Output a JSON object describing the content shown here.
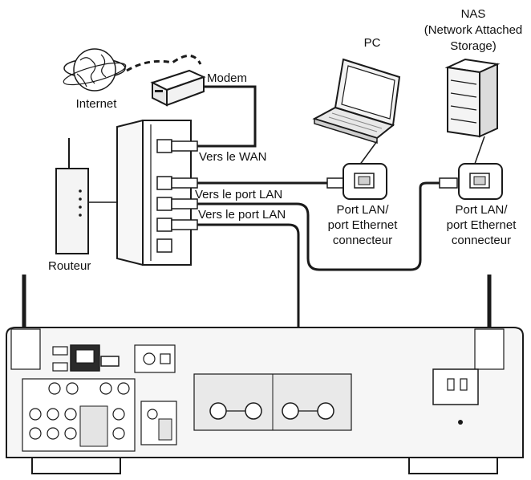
{
  "labels": {
    "internet": "Internet",
    "modem": "Modem",
    "wan": "Vers le WAN",
    "lan1": "Vers le port LAN",
    "lan2": "Vers le port LAN",
    "router": "Routeur",
    "pc": "PC",
    "nas_line1": "NAS",
    "nas_line2": "(Network Attached",
    "nas_line3": "Storage)",
    "pc_port_line1": "Port LAN/",
    "pc_port_line2": "port Ethernet",
    "pc_port_line3": "connecteur",
    "nas_port_line1": "Port LAN/",
    "nas_port_line2": "port Ethernet",
    "nas_port_line3": "connecteur"
  },
  "icons": {
    "globe": "globe-icon",
    "modem": "modem-icon",
    "router": "router-icon",
    "laptop": "laptop-icon",
    "nas": "nas-icon",
    "receiver": "receiver-icon",
    "ethernet": "ethernet-port-icon"
  }
}
